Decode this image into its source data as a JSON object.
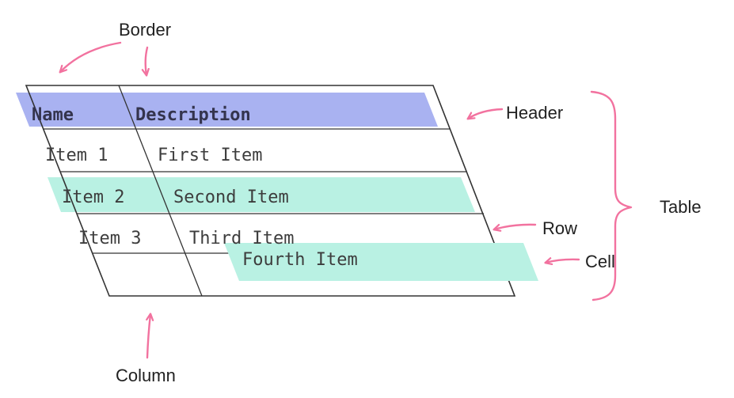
{
  "table": {
    "headers": [
      "Name",
      "Description"
    ],
    "rows": [
      {
        "name": "Item 1",
        "description": "First Item"
      },
      {
        "name": "Item 2",
        "description": "Second Item"
      },
      {
        "name": "Item 3",
        "description": "Third Item"
      },
      {
        "name": "",
        "description": "Fourth Item"
      }
    ]
  },
  "annotations": {
    "border": "Border",
    "header": "Header",
    "table": "Table",
    "row": "Row",
    "cell": "Cell",
    "column": "Column"
  },
  "colors": {
    "annotation": "#f2729f",
    "header-highlight": "#a9b2f1",
    "row-highlight": "#b9f1e3",
    "cell-highlight": "#b9f1e3",
    "line": "#333333",
    "table-text": "#3d3d3d",
    "label-text": "#212121"
  }
}
